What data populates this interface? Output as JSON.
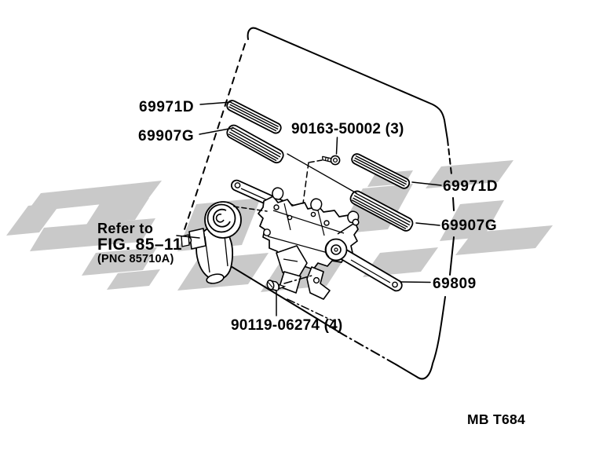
{
  "diagram": {
    "parts": {
      "molding_top_left": "69971D",
      "molding_bottom_left": "69907G",
      "screw": "90163-50002 (3)",
      "molding_top_right": "69971D",
      "molding_bottom_right": "69907G",
      "link_assembly": "69809",
      "bolt": "90119-06274 (4)"
    },
    "reference_note": {
      "line1": "Refer to",
      "line2": "FIG. 85–11",
      "line3": "(PNC 85710A)"
    },
    "footer_code": "MB T684",
    "colors": {
      "line": "#000000",
      "watermark": "#c9c9c9",
      "background": "#ffffff"
    }
  }
}
